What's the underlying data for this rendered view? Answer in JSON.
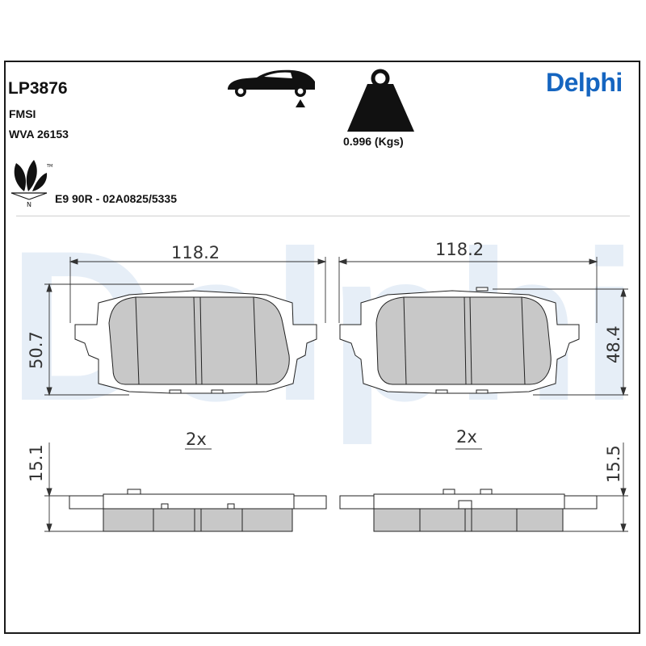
{
  "header": {
    "part_number": "LP3876",
    "fmsi_label": "FMSI",
    "wva_label": "WVA 26153",
    "weight_label": "0.996 (Kgs)",
    "approval_label": "E9 90R - 02A0825/5335",
    "brand": "Delphi",
    "watermark": "Delphi"
  },
  "icons": {
    "car": "car-rear-axle-icon",
    "weight": "weight-icon",
    "eco": "eco-leaf-icon"
  },
  "drawing": {
    "left_width": "118.2",
    "right_width": "118.2",
    "left_height": "50.7",
    "right_height": "48.4",
    "left_qty": "2x",
    "right_qty": "2x",
    "left_thickness": "15.1",
    "right_thickness": "15.5"
  },
  "colors": {
    "brand": "#1565c0",
    "pad_fill": "#c8c8c8",
    "watermark": "#e6eef7"
  }
}
